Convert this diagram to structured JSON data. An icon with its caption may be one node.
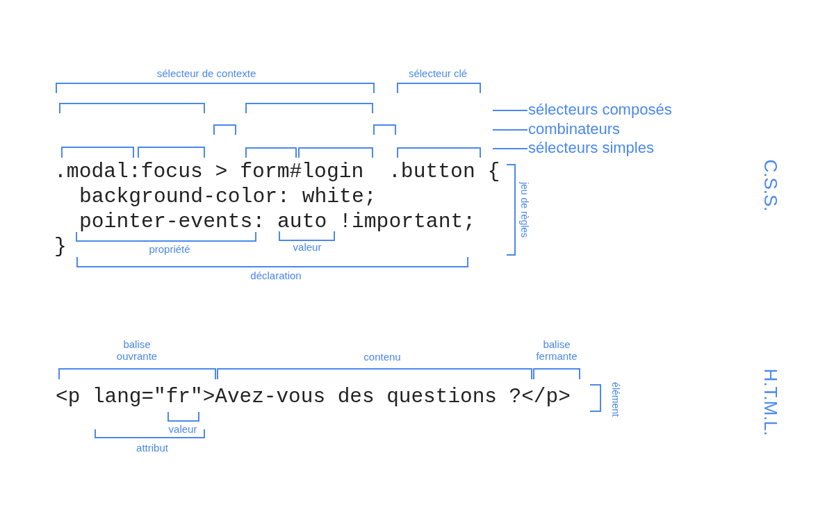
{
  "diagram": {
    "nodes": [
      {
        "text": [
          "sélecteurs composés"
        ]
      },
      {
        "text": [
          "combinateurs"
        ]
      },
      {
        "text": [
          "sélecteurs simples"
        ]
      }
    ],
    "edges": [
      {
        "from": 0,
        "to": null,
        "arrow": "none"
      },
      {
        "from": 1,
        "to": null,
        "arrow": "none"
      },
      {
        "from": 2,
        "to": null,
        "arrow": "none"
      }
    ],
    "labels": [
      "sélecteur de contexte",
      "sélecteur clé",
      ".modal:focus > form#login  .button {",
      "background-color: white;",
      "pointer-events: auto !important;",
      "}",
      "propriété",
      "valeur",
      "déclaration",
      "jeu de règles",
      "C.S.S.",
      "balise ouvrante",
      "contenu",
      "balise fermante",
      "<p lang=\"fr\">Avez-vous des questions ?</p>",
      "valeur",
      "attribut",
      "élément",
      "H.T.M.L."
    ]
  }
}
